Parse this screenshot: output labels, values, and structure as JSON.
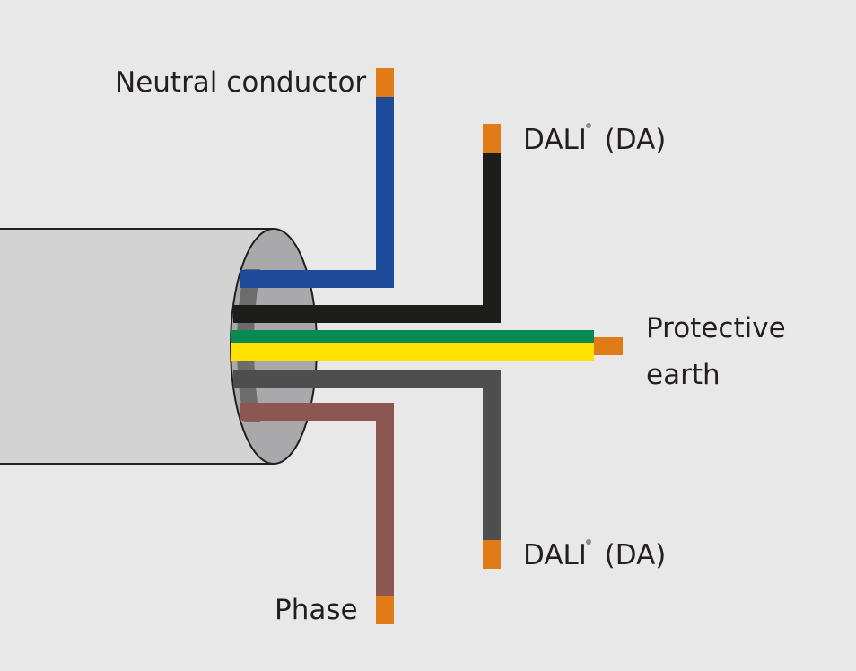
{
  "labels": {
    "neutral": "Neutral conductor",
    "dali_top_name": "DALI",
    "dali_top_abbr": "(DA)",
    "protective_earth_line1": "Protective",
    "protective_earth_line2": "earth",
    "dali_bottom_name": "DALI",
    "dali_bottom_abbr": "(DA)",
    "phase": "Phase"
  },
  "colors": {
    "background": "#e8e8e8",
    "cable_body": "#d3d3d3",
    "cable_end_face": "#a9a9ab",
    "cable_outline": "#231f20",
    "neutral_wire": "#1e4a9a",
    "dali_top_wire": "#1d1d1b",
    "pe_green": "#0a8a53",
    "pe_yellow": "#ffe000",
    "dali_bottom_wire": "#4e4e4e",
    "phase_wire": "#8b5750",
    "copper_tip": "#e07b18",
    "inner_dark": "#2b2b2b"
  }
}
